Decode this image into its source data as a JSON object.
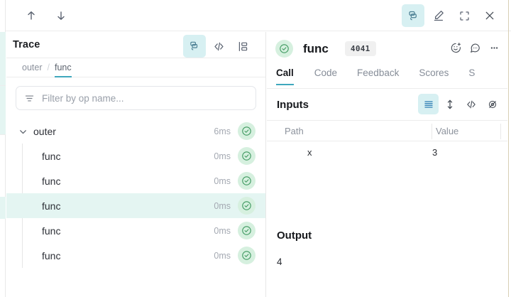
{
  "topbar": {
    "nav_up_icon": "arrow-up-icon",
    "nav_down_icon": "arrow-down-icon",
    "actions": [
      {
        "name": "layers-icon",
        "active": true
      },
      {
        "name": "pencil-icon",
        "active": false
      },
      {
        "name": "expand-icon",
        "active": false
      },
      {
        "name": "close-icon",
        "active": false
      }
    ]
  },
  "trace": {
    "title": "Trace",
    "head_icons": [
      {
        "name": "layers-icon",
        "active": true
      },
      {
        "name": "code-icon",
        "active": false
      },
      {
        "name": "hierarchy-icon",
        "active": false
      }
    ],
    "breadcrumb": [
      {
        "label": "outer",
        "active": false
      },
      {
        "label": "func",
        "active": true
      }
    ],
    "breadcrumb_separator": "/",
    "filter": {
      "placeholder": "Filter by op name...",
      "icon": "filter-icon",
      "value": ""
    },
    "rows": [
      {
        "label": "outer",
        "duration": "6ms",
        "depth": 0,
        "expanded": true,
        "selected": false,
        "status": "success"
      },
      {
        "label": "func",
        "duration": "0ms",
        "depth": 1,
        "expanded": false,
        "selected": false,
        "status": "success"
      },
      {
        "label": "func",
        "duration": "0ms",
        "depth": 1,
        "expanded": false,
        "selected": false,
        "status": "success"
      },
      {
        "label": "func",
        "duration": "0ms",
        "depth": 1,
        "expanded": false,
        "selected": true,
        "status": "success"
      },
      {
        "label": "func",
        "duration": "0ms",
        "depth": 1,
        "expanded": false,
        "selected": false,
        "status": "success"
      },
      {
        "label": "func",
        "duration": "0ms",
        "depth": 1,
        "expanded": false,
        "selected": false,
        "status": "success"
      }
    ]
  },
  "detail": {
    "status_icon": "check-circle-icon",
    "title": "func",
    "badge": "4041",
    "head_actions": [
      {
        "name": "add-reaction-icon"
      },
      {
        "name": "comment-icon"
      },
      {
        "name": "more-options-icon"
      }
    ],
    "tabs": [
      {
        "label": "Call",
        "active": true
      },
      {
        "label": "Code",
        "active": false
      },
      {
        "label": "Feedback",
        "active": false
      },
      {
        "label": "Scores",
        "active": false
      },
      {
        "label": "S",
        "active": false
      }
    ],
    "inputs": {
      "title": "Inputs",
      "view_icons": [
        {
          "name": "list-view-icon",
          "active": true
        },
        {
          "name": "expand-rows-icon",
          "active": false
        },
        {
          "name": "code-view-icon",
          "active": false
        },
        {
          "name": "hide-icon",
          "active": false
        }
      ],
      "columns": [
        "Path",
        "Value"
      ],
      "rows": [
        {
          "path": "x",
          "value": "3"
        }
      ]
    },
    "output": {
      "title": "Output",
      "value": "4"
    }
  },
  "colors": {
    "accent_teal": "#3fa8bd",
    "active_bg": "#d7f0f2",
    "selected_row_bg": "#e4f5f2",
    "status_green_bg": "#d6f0df",
    "status_green_fg": "#3f9960",
    "badge_bg": "#f0f0f0"
  }
}
